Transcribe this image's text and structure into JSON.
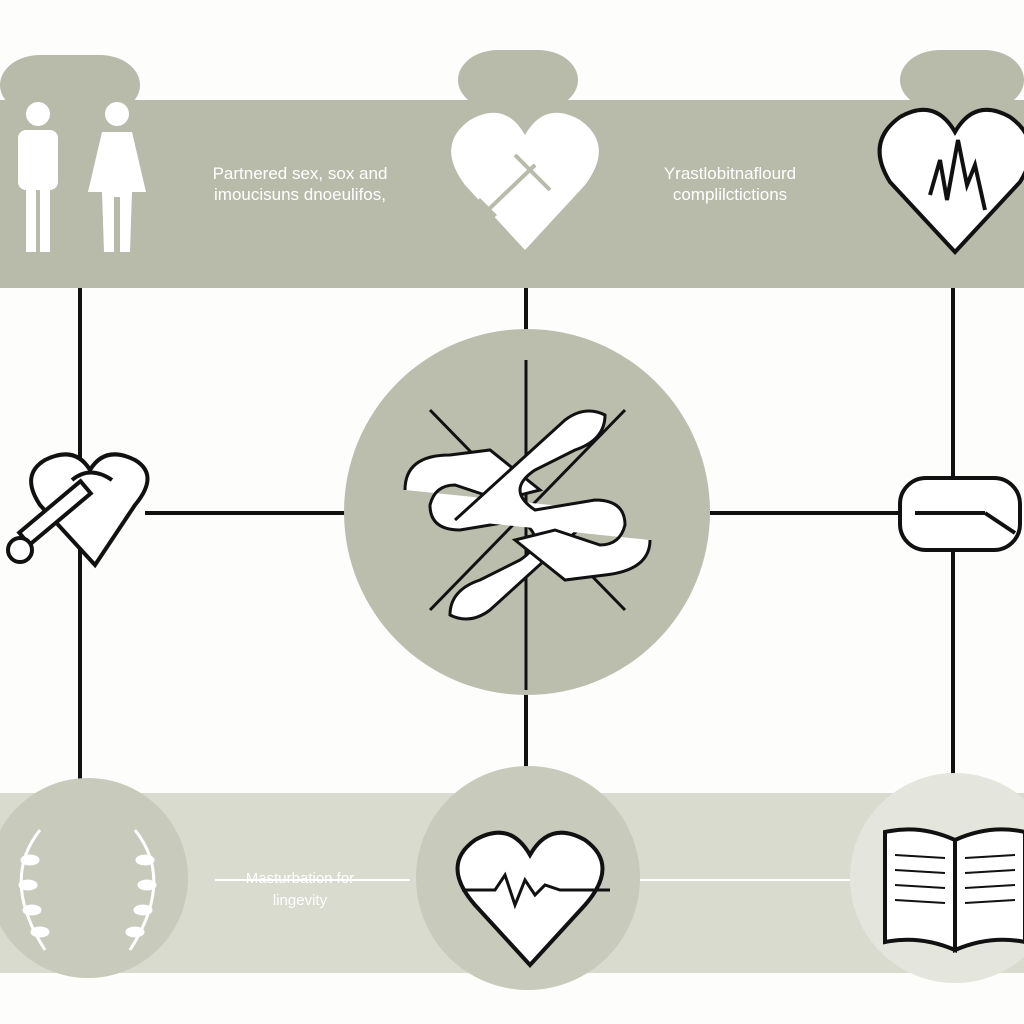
{
  "labels": {
    "top_left": "Partnered sex, sox and imoucisuns dnoeulifos,",
    "top_right": "Yrastlobitnaflourd complilctictions",
    "bottom_center": "Masturbation for lingevity"
  },
  "colors": {
    "band_top": "#b8bbaa",
    "band_bottom": "#d9dbcf",
    "circle_center": "#bbbead",
    "circle_bottom": "#c8cbbc",
    "line": "#111111"
  }
}
